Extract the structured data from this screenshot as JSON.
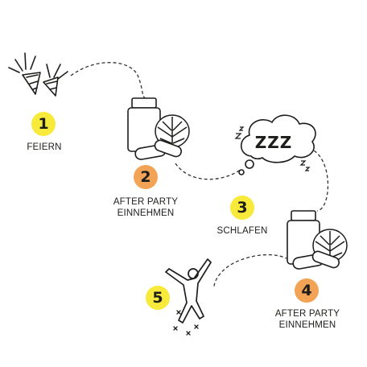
{
  "colors": {
    "yellow": "#f7ea3a",
    "orange": "#f2a355",
    "ink": "#1d1d1b"
  },
  "icons": [
    "party-popper-icon",
    "supplement-bottle-icon",
    "monstera-leaf-icon",
    "capsule-icon",
    "sleep-cloud-icon",
    "dancing-person-icon"
  ],
  "steps": [
    {
      "number": "1",
      "label": [
        "FEIERN"
      ]
    },
    {
      "number": "2",
      "label": [
        "AFTER PARTY",
        "EINNEHMEN"
      ]
    },
    {
      "number": "3",
      "label": [
        "SCHLAFEN"
      ]
    },
    {
      "number": "4",
      "label": [
        "AFTER PARTY",
        "EINNEHMEN"
      ]
    },
    {
      "number": "5",
      "label": []
    }
  ],
  "cloud_text": "ZZZ"
}
